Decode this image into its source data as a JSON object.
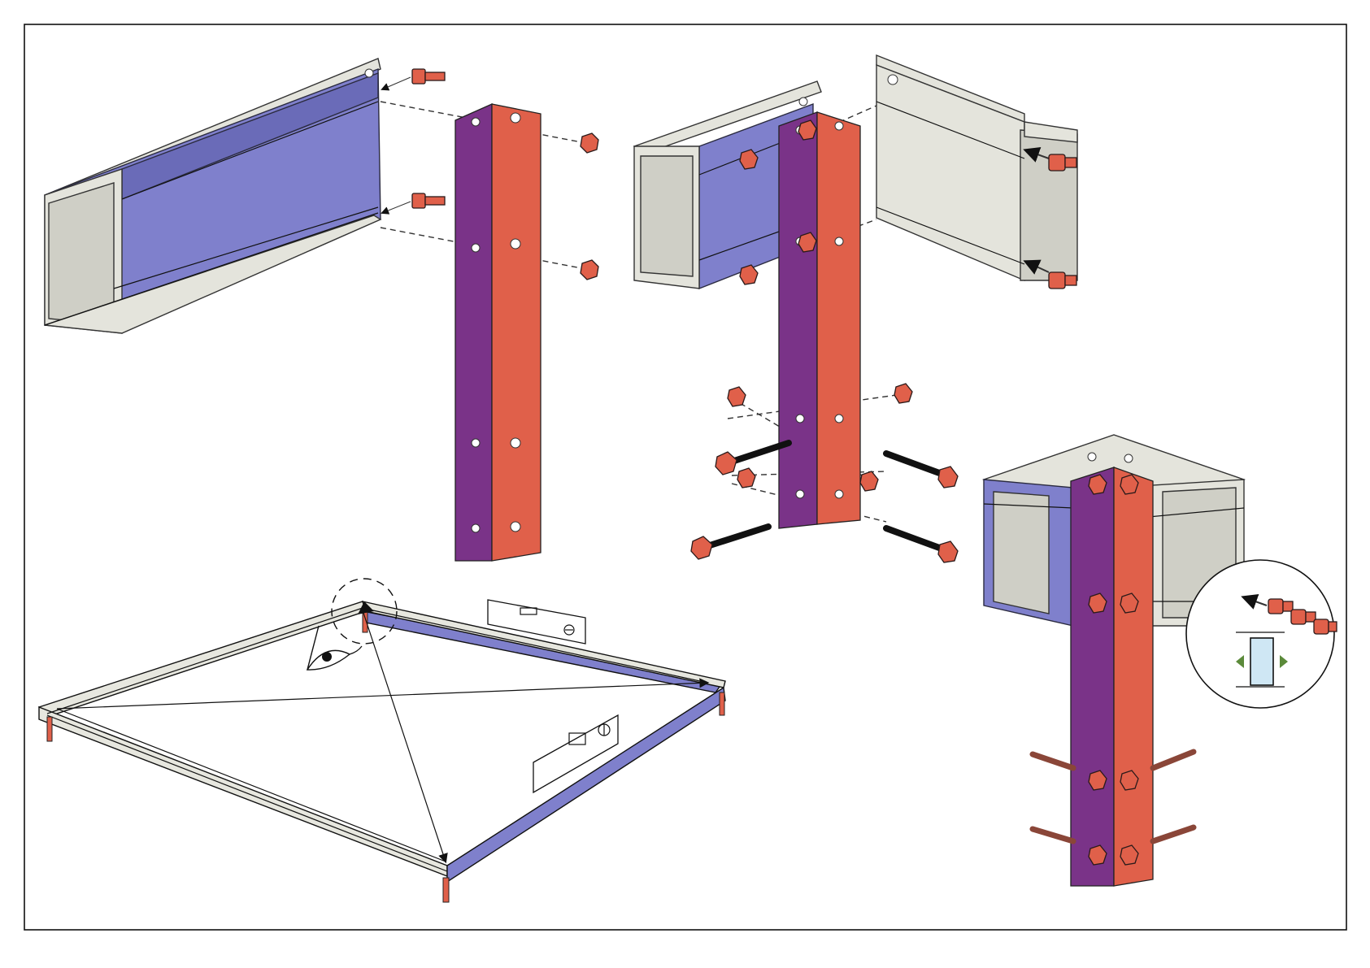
{
  "diagram": {
    "steps": [
      {
        "id": "step-1",
        "parts": [
          "profile-beam",
          "corner-angle-post",
          "hex-bolt",
          "hex-nut"
        ]
      },
      {
        "id": "step-2",
        "parts": [
          "profile-beam",
          "profile-beam",
          "corner-angle-post",
          "hex-bolt",
          "hex-nut",
          "threaded-rod"
        ]
      },
      {
        "id": "step-3",
        "parts": [
          "assembled-corner",
          "bolt-detail",
          "adjust-indicator"
        ]
      },
      {
        "id": "step-4",
        "parts": [
          "base-frame",
          "spirit-level",
          "spirit-level",
          "diagonal-check",
          "eye-inspection"
        ]
      }
    ],
    "colors": {
      "beam_blue": "#7f80cc",
      "beam_grey": "#e4e4dc",
      "post_purple": "#7a3388",
      "post_orange": "#e0604a",
      "arrow_green": "#5b8a3a",
      "adjust_box": "#cfe7f4"
    },
    "icons": [
      "eye-icon",
      "spirit-level-icon",
      "adjust-arrows-icon"
    ]
  }
}
